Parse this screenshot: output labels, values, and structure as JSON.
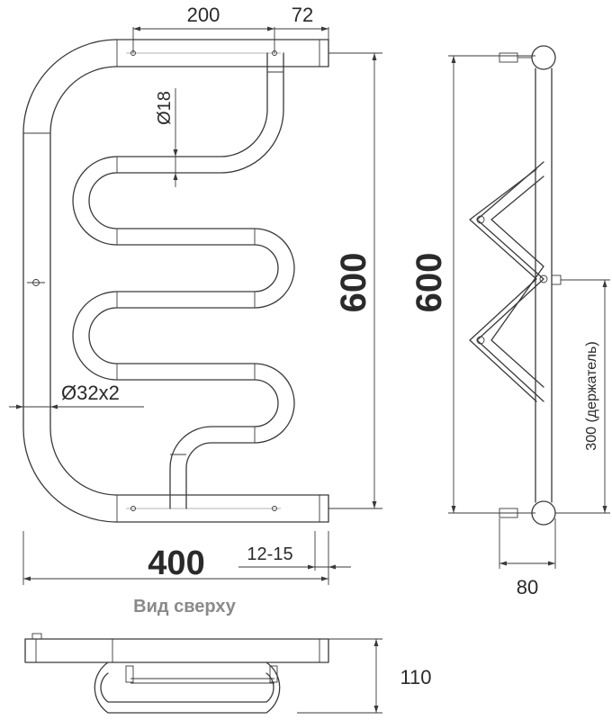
{
  "dimensions": {
    "top_pipe_length": "200",
    "top_offset": "72",
    "inner_diameter": "Ø18",
    "outer_diameter": "Ø32x2",
    "width": "400",
    "wall_gap": "12-15",
    "front_height": "600",
    "side_height": "600",
    "holder_distance": "300 (держатель)",
    "side_depth": "80",
    "top_view_depth": "110"
  },
  "labels": {
    "top_view": "Вид сверху"
  },
  "colors": {
    "line": "#3a3a3a",
    "caption": "#8a8a8a"
  }
}
